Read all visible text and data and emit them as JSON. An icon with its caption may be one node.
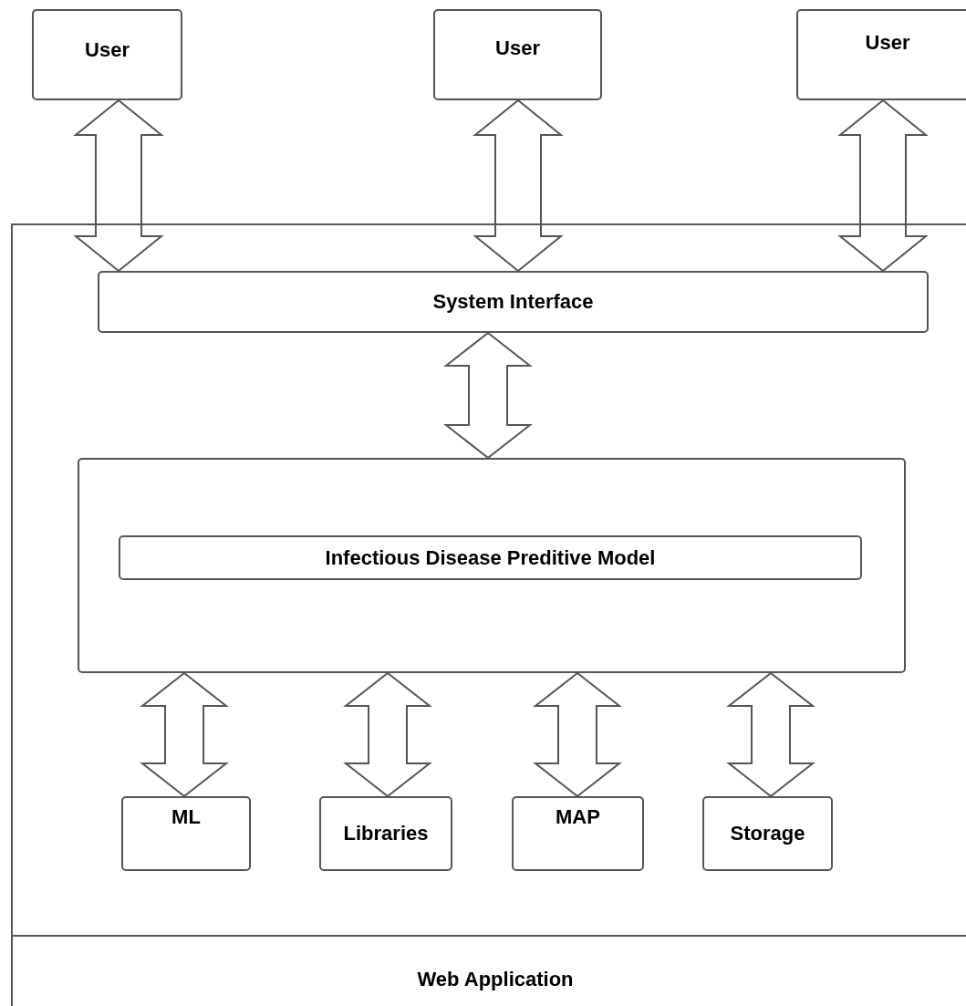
{
  "diagram": {
    "nodes": [
      {
        "text": [
          "User"
        ]
      },
      {
        "text": [
          "User"
        ]
      },
      {
        "text": [
          "User"
        ]
      },
      {
        "text": [
          "Web Application"
        ]
      },
      {
        "text": [
          "System Interface"
        ],
        "in": 3
      },
      {
        "text": [],
        "shape": "box",
        "in": 3
      },
      {
        "text": [
          "Infectious Disease Preditive Model"
        ],
        "in": 5
      },
      {
        "text": [
          "ML"
        ],
        "in": 3
      },
      {
        "text": [
          "Libraries"
        ],
        "in": 3
      },
      {
        "text": [
          "MAP"
        ],
        "in": 3
      },
      {
        "text": [
          "Storage"
        ],
        "in": 3
      }
    ],
    "edges": [
      {
        "from": 0,
        "to": 4,
        "arrow": "both"
      },
      {
        "from": 1,
        "to": 4,
        "arrow": "both"
      },
      {
        "from": 2,
        "to": 4,
        "arrow": "both"
      },
      {
        "from": 4,
        "to": 5,
        "arrow": "both"
      },
      {
        "from": 5,
        "to": 7,
        "arrow": "both"
      },
      {
        "from": 5,
        "to": 8,
        "arrow": "both"
      },
      {
        "from": 5,
        "to": 9,
        "arrow": "both"
      },
      {
        "from": 5,
        "to": 10,
        "arrow": "both"
      }
    ]
  }
}
